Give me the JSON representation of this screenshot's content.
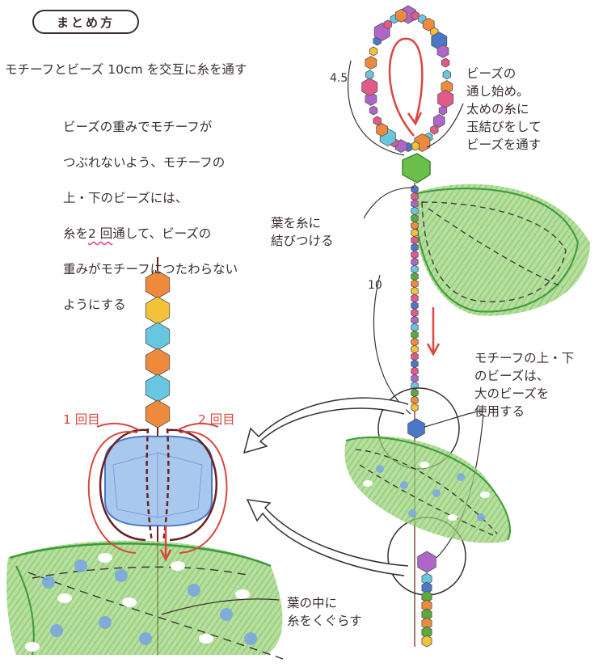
{
  "title": "まとめ方",
  "intro_line": "モチーフとビーズ 10cm を交互に糸を通す",
  "note_main": {
    "line1": "ビーズの重みでモチーフが",
    "line2": "つぶれないよう、モチーフの",
    "line3": "上・下のビーズには、",
    "line4_a": "糸を",
    "line4_b": "2 回",
    "line4_c": "通して、ビーズの",
    "line5": "重みがモチーフにつたわらない",
    "line6": "ようにする"
  },
  "dim_top": "4.5",
  "dim_mid": "10",
  "start_note": "ビーズの\n通し始め。\n太めの糸に\n玉結びをして\nビーズを通す",
  "leaf_tie": "葉を糸に\n結びつける",
  "top_bottom_note": "モチーフの上・下\nのビーズは、\n大のビーズを\n使用する",
  "pass_1": "1 回目",
  "pass_2": "2 回目",
  "leaf_inside": "葉の中に\n糸をくぐらす",
  "colors": {
    "red": "#d9473f",
    "blue": "#4a78c8",
    "green": "#5aaa3c",
    "purple": "#b065c8",
    "pink": "#e05a8a",
    "orange": "#ef8a3c",
    "yellow": "#f2c23a",
    "aqua": "#67c6e0"
  }
}
